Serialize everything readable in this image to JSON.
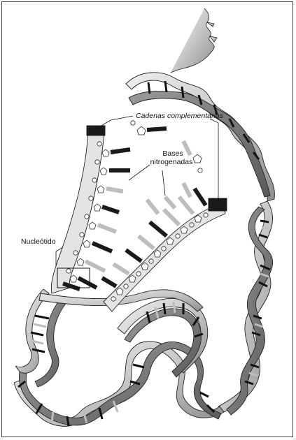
{
  "diagram": {
    "labels": {
      "complementary_chains": "Cadenas complementarias",
      "nitrogen_bases_line1": "Bases",
      "nitrogen_bases_line2": "nitrogenadas",
      "nucleotide": "Nucleótido"
    },
    "colors": {
      "strand_light": "#d9d9d9",
      "strand_mid": "#a8a8a8",
      "strand_dark": "#4a4a4a",
      "base_dark": "#1a1a1a",
      "base_light": "#bdbdbd",
      "outline": "#222222"
    },
    "icons": [
      "dna-double-helix",
      "phosphate-circle",
      "sugar-pentagon",
      "base-pair-bar"
    ]
  }
}
